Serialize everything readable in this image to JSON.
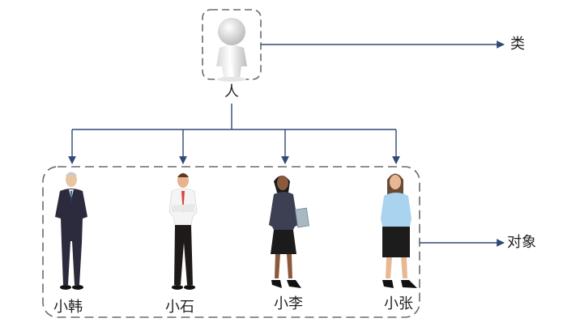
{
  "class_node": {
    "label": "人"
  },
  "class_annotation": "类",
  "object_annotation": "对象",
  "objects": [
    {
      "label": "小韩"
    },
    {
      "label": "小石"
    },
    {
      "label": "小李"
    },
    {
      "label": "小张"
    }
  ],
  "colors": {
    "connector": "#2e4a75",
    "dashed_border": "#6b6b6b",
    "text": "#222222"
  }
}
